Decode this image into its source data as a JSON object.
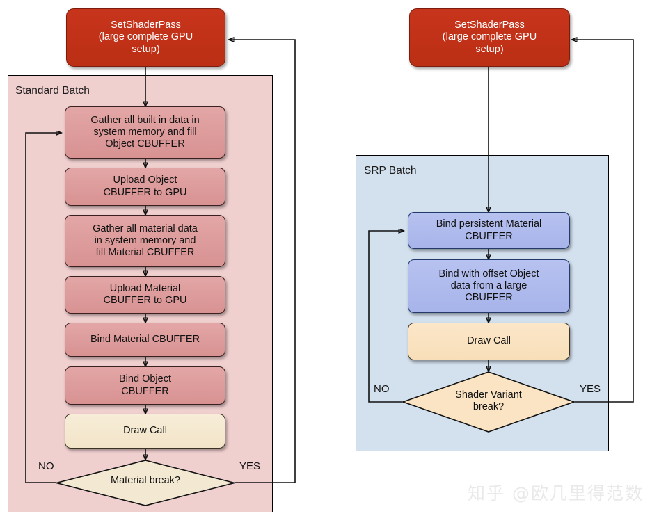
{
  "diagram": {
    "type": "flowchart",
    "title": "Standard Batch vs SRP Batch rendering flow",
    "colors": {
      "red_node": "#bb2f14",
      "pink_node": "#d89292",
      "blue_node": "#a7b4ea",
      "cream_node": "#f2e4c8",
      "standard_group_bg": "#f0cfcf",
      "srp_group_bg": "#d3e0ee",
      "stroke": "#111111"
    }
  },
  "left_flow": {
    "entry_node": {
      "id": "set-shader-pass-left",
      "label": "SetShaderPass\n(large complete GPU\nsetup)",
      "line1": "SetShaderPass",
      "line2": "(large complete GPU",
      "line3": "setup)"
    },
    "group_label": "Standard Batch",
    "steps": [
      {
        "id": "gather-builtin",
        "label": "Gather all built in data in system memory and fill Object CBUFFER",
        "line1": "Gather all built in data in",
        "line2": "system memory and fill",
        "line3": "Object CBUFFER"
      },
      {
        "id": "upload-object-cbuffer",
        "label": "Upload Object CBUFFER to GPU",
        "line1": "Upload Object",
        "line2": "CBUFFER to GPU",
        "line3": ""
      },
      {
        "id": "gather-material",
        "label": "Gather all material data in system memory and fill Material CBUFFER",
        "line1": "Gather all material data",
        "line2": "in system memory and",
        "line3": "fill Material CBUFFER"
      },
      {
        "id": "upload-material-cbuffer",
        "label": "Upload Material CBUFFER to GPU",
        "line1": "Upload Material",
        "line2": "CBUFFER to GPU",
        "line3": ""
      },
      {
        "id": "bind-material-cbuffer",
        "label": "Bind Material CBUFFER",
        "line1": "Bind Material CBUFFER",
        "line2": "",
        "line3": ""
      },
      {
        "id": "bind-object-cbuffer",
        "label": "Bind Object CBUFFER",
        "line1": "Bind Object",
        "line2": "CBUFFER",
        "line3": ""
      },
      {
        "id": "draw-call",
        "label": "Draw Call",
        "line1": "Draw Call",
        "line2": "",
        "line3": ""
      }
    ],
    "decision": {
      "id": "material-break",
      "label": "Material break?",
      "line1": "Material break?",
      "line2": "",
      "no_label": "NO",
      "yes_label": "YES"
    }
  },
  "right_flow": {
    "entry_node": {
      "id": "set-shader-pass-right",
      "label": "SetShaderPass\n(large complete GPU\nsetup)",
      "line1": "SetShaderPass",
      "line2": "(large complete GPU",
      "line3": "setup)"
    },
    "group_label": "SRP Batch",
    "steps": [
      {
        "id": "bind-persistent-material",
        "label": "Bind persistent Material CBUFFER",
        "line1": "Bind persistent Material",
        "line2": "CBUFFER",
        "line3": ""
      },
      {
        "id": "bind-offset-object",
        "label": "Bind with offset Object data from a large CBUFFER",
        "line1": "Bind with offset Object",
        "line2": "data from a large",
        "line3": "CBUFFER"
      },
      {
        "id": "draw-call-srp",
        "label": "Draw Call",
        "line1": "Draw Call",
        "line2": "",
        "line3": ""
      }
    ],
    "decision": {
      "id": "shader-variant-break",
      "label": "Shader Variant break?",
      "line1": "Shader Variant",
      "line2": "break?",
      "no_label": "NO",
      "yes_label": "YES"
    }
  },
  "watermark": {
    "text": "知乎 @欧几里得范数"
  }
}
